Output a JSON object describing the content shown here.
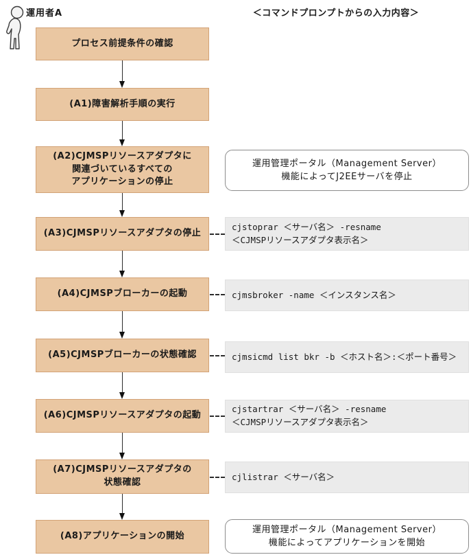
{
  "page": {
    "actor_label": "運用者A",
    "right_header": "＜コマンドプロンプトからの入力内容＞"
  },
  "colors": {
    "step_fill": "#eac7a2",
    "step_border": "#d2a276",
    "command_fill": "#ebebeb",
    "portal_note_border": "#8c8c8c",
    "arrow": "#111111"
  },
  "icons": [
    {
      "name": "person-icon",
      "meaning": "運用者A (operator figure)"
    }
  ],
  "steps": [
    {
      "id": "start",
      "label": "プロセス前提条件の確認"
    },
    {
      "id": "A1",
      "label": "(A1)障害解析手順の実行"
    },
    {
      "id": "A2",
      "label": "(A2)CJMSPリソースアダプタに\n関連づいているすべての\nアプリケーションの停止"
    },
    {
      "id": "A3",
      "label": "(A3)CJMSPリソースアダプタの停止"
    },
    {
      "id": "A4",
      "label": "(A4)CJMSPブローカーの起動"
    },
    {
      "id": "A5",
      "label": "(A5)CJMSPブローカーの状態確認"
    },
    {
      "id": "A6",
      "label": "(A6)CJMSPリソースアダプタの起動"
    },
    {
      "id": "A7",
      "label": "(A7)CJMSPリソースアダプタの\n状態確認"
    },
    {
      "id": "A8",
      "label": "(A8)アプリケーションの開始"
    }
  ],
  "notes": [
    {
      "for": "A2",
      "type": "portal",
      "text": "運用管理ポータル（Management Server）\n機能によってJ2EEサーバを停止"
    },
    {
      "for": "A3",
      "type": "command",
      "text": "cjstoprar ＜サーバ名＞ -resname\n＜CJMSPリソースアダプタ表示名＞"
    },
    {
      "for": "A4",
      "type": "command",
      "text": "cjmsbroker -name ＜インスタンス名＞"
    },
    {
      "for": "A5",
      "type": "command",
      "text": "cjmsicmd list bkr -b ＜ホスト名＞:＜ポート番号＞"
    },
    {
      "for": "A6",
      "type": "command",
      "text": "cjstartrar ＜サーバ名＞ -resname\n＜CJMSPリソースアダプタ表示名＞"
    },
    {
      "for": "A7",
      "type": "command",
      "text": "cjlistrar ＜サーバ名＞"
    },
    {
      "for": "A8",
      "type": "portal",
      "text": "運用管理ポータル（Management Server）\n機能によってアプリケーションを開始"
    }
  ]
}
